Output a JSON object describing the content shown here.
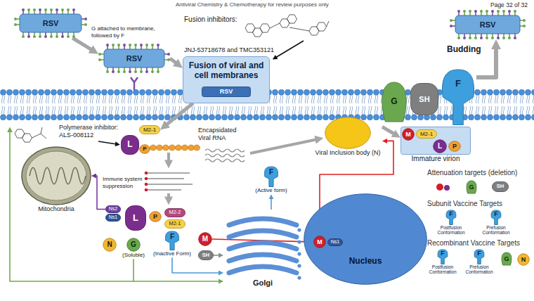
{
  "diagram": {
    "nodes": [
      {
        "text": [
          "RSV"
        ]
      },
      {
        "text": [
          "RSV"
        ]
      },
      {
        "text": [
          "Fusion of viral and cell membranes"
        ]
      },
      {
        "text": [
          "RSV"
        ],
        "in": 2
      },
      {
        "text": [
          "RSV"
        ]
      },
      {
        "text": [
          "G"
        ]
      },
      {
        "text": [
          "SH"
        ]
      },
      {
        "text": [
          "F"
        ]
      },
      {
        "text": [
          "Immature virion"
        ]
      },
      {
        "text": [
          "M"
        ],
        "in": 8
      },
      {
        "text": [
          "M2-1"
        ],
        "in": 8
      },
      {
        "text": [
          "L"
        ],
        "in": 8
      },
      {
        "text": [
          "P"
        ],
        "in": 8
      },
      {
        "text": [
          "L"
        ]
      },
      {
        "text": [
          "P"
        ]
      },
      {
        "text": [
          "M2-1"
        ]
      },
      {
        "text": [
          "Viral Inclusion body (N)"
        ]
      },
      {
        "text": [
          "Mitochondria"
        ]
      },
      {
        "text": [
          "Ns2"
        ]
      },
      {
        "text": [
          "Ns1"
        ]
      },
      {
        "text": [
          "L"
        ]
      },
      {
        "text": [
          "N"
        ]
      },
      {
        "text": [
          "G",
          "(Soluble)"
        ]
      },
      {
        "text": [
          "F",
          "(Inactive Form)"
        ]
      },
      {
        "text": [
          "P"
        ]
      },
      {
        "text": [
          "M2-2"
        ]
      },
      {
        "text": [
          "M2-1"
        ]
      },
      {
        "text": [
          "M"
        ]
      },
      {
        "text": [
          "SH"
        ]
      },
      {
        "text": [
          "F",
          "(Active form)"
        ]
      },
      {
        "text": [
          "Golgi"
        ]
      },
      {
        "text": [
          "Nucleus"
        ]
      },
      {
        "text": [
          "M"
        ],
        "in": 31
      },
      {
        "text": [
          "Ns1"
        ],
        "in": 31
      },
      {
        "text": [
          "G"
        ]
      },
      {
        "text": [
          "SH"
        ]
      },
      {
        "text": [
          "F",
          "Postfusion Conformation"
        ]
      },
      {
        "text": [
          "F",
          "Prefusion Conformation"
        ]
      },
      {
        "text": [
          "F",
          "Postfusion Conformation"
        ]
      },
      {
        "text": [
          "F",
          "Prefusion Conformation"
        ]
      },
      {
        "text": [
          "G"
        ]
      },
      {
        "text": [
          "N"
        ]
      }
    ],
    "edges": [
      {
        "from": 0,
        "to": 1,
        "arrow": "to"
      },
      {
        "from": 1,
        "to": 2,
        "arrow": "to"
      },
      {
        "from": 2,
        "to": 15,
        "arrow": "to"
      },
      {
        "from": 16,
        "to": 8,
        "arrow": "to"
      },
      {
        "from": 7,
        "to": 4,
        "arrow": "to"
      },
      {
        "from": 18,
        "to": 17,
        "arrow": "to"
      },
      {
        "from": 22,
        "to": 30,
        "arrow": "to"
      },
      {
        "from": 23,
        "to": 30,
        "arrow": "to"
      },
      {
        "from": 28,
        "to": 30,
        "arrow": "to"
      },
      {
        "from": 30,
        "to": 29,
        "arrow": "to"
      },
      {
        "from": 27,
        "to": 32,
        "arrow": "to"
      },
      {
        "from": 32,
        "to": 16,
        "arrow": "to"
      }
    ],
    "labels": [
      "Antiviral Chemistry & Chemotherapy for review purposes only",
      "Page 32 of 32",
      "G attached to membrane, followed by F",
      "Fusion inhibitors:",
      "JNJ-53718678 and TMC353121",
      "Budding",
      "Polymerase inhibitor: ALS-008112",
      "Encapsidated Viral RNA",
      "Immune system suppression",
      "Attenuation targets (deletion)",
      "Subunit Vaccine Targets",
      "Recombinant Vaccine Targets"
    ]
  }
}
